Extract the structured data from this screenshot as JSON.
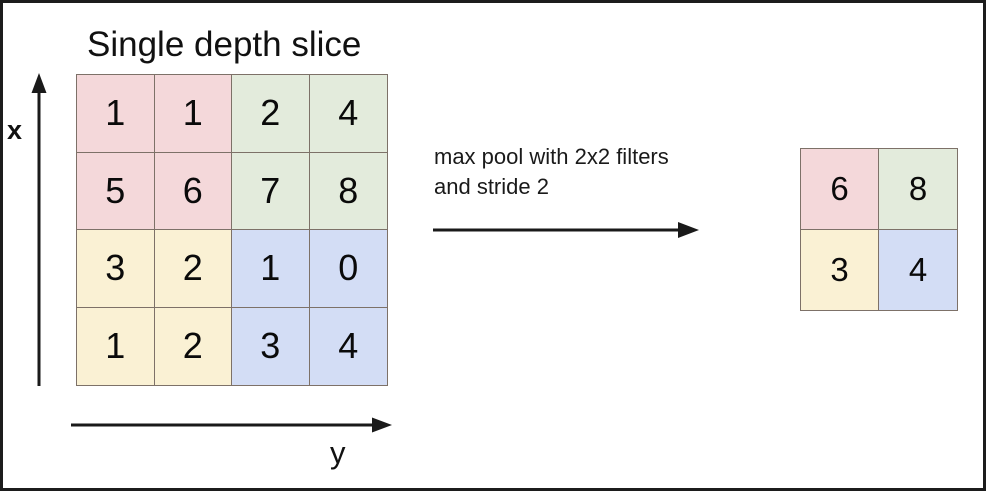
{
  "figure": {
    "title": "Single depth slice",
    "axes": {
      "vertical_label": "x",
      "horizontal_label": "y"
    },
    "operation": {
      "line1": "max pool with 2x2 filters",
      "line2": "and stride 2"
    }
  },
  "chart_data": {
    "type": "heatmap",
    "title": "Single depth slice",
    "xlabel": "y",
    "ylabel": "x",
    "grid": true,
    "legend": "none",
    "input": {
      "rows": 4,
      "cols": 4,
      "values": [
        [
          1,
          1,
          2,
          4
        ],
        [
          5,
          6,
          7,
          8
        ],
        [
          3,
          2,
          1,
          0
        ],
        [
          1,
          2,
          3,
          4
        ]
      ],
      "cell_colors": [
        [
          "#f4d8da",
          "#f4d8da",
          "#e3ebdc",
          "#e3ebdc"
        ],
        [
          "#f4d8da",
          "#f4d8da",
          "#e3ebdc",
          "#e3ebdc"
        ],
        [
          "#faf1d4",
          "#faf1d4",
          "#d3ddf5",
          "#d3ddf5"
        ],
        [
          "#faf1d4",
          "#faf1d4",
          "#d3ddf5",
          "#d3ddf5"
        ]
      ]
    },
    "output": {
      "rows": 2,
      "cols": 2,
      "values": [
        [
          6,
          8
        ],
        [
          3,
          4
        ]
      ],
      "cell_colors": [
        [
          "#f4d8da",
          "#e3ebdc"
        ],
        [
          "#faf1d4",
          "#d3ddf5"
        ]
      ]
    },
    "annotations": [
      "max pool with 2x2 filters",
      "and stride 2"
    ]
  },
  "colors": {
    "pink": "#f4d8da",
    "green": "#e3ebdc",
    "yellow": "#faf1d4",
    "blue": "#d3ddf5",
    "grid_line": "#7d7168",
    "ink": "#111111",
    "frame": "#1c1c1c",
    "background": "#ffffff"
  }
}
